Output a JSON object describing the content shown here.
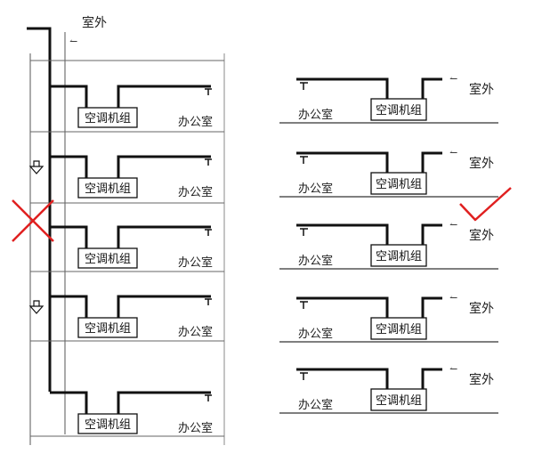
{
  "labels": {
    "outdoor": "室外",
    "office": "办公室",
    "ac_unit": "空调机组"
  },
  "symbols": {
    "wrong_mark": "cross",
    "right_mark": "check",
    "airflow_arrow": "down-arrow"
  },
  "colors": {
    "line": "#111111",
    "mark": "#e02020"
  },
  "left_scheme": {
    "floors": 5,
    "airflow_arrow_floors": [
      2,
      4
    ],
    "crossed_floor": 3
  },
  "right_scheme": {
    "floors": 5,
    "checked_floor": 3
  }
}
